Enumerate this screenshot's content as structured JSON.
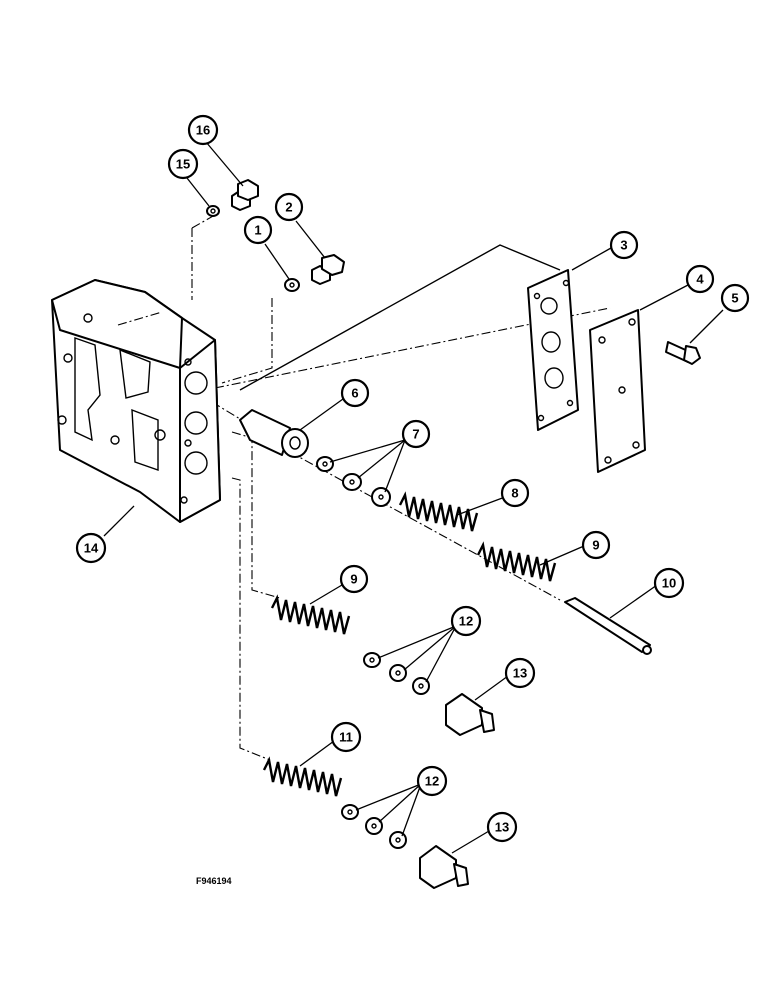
{
  "figure_code": "F946194",
  "callouts": [
    {
      "id": "c1",
      "label": "1"
    },
    {
      "id": "c2",
      "label": "2"
    },
    {
      "id": "c3",
      "label": "3"
    },
    {
      "id": "c4",
      "label": "4"
    },
    {
      "id": "c5",
      "label": "5"
    },
    {
      "id": "c6",
      "label": "6"
    },
    {
      "id": "c7",
      "label": "7"
    },
    {
      "id": "c8",
      "label": "8"
    },
    {
      "id": "c9a",
      "label": "9"
    },
    {
      "id": "c9b",
      "label": "9"
    },
    {
      "id": "c10",
      "label": "10"
    },
    {
      "id": "c11",
      "label": "11"
    },
    {
      "id": "c12a",
      "label": "12"
    },
    {
      "id": "c12b",
      "label": "12"
    },
    {
      "id": "c13a",
      "label": "13"
    },
    {
      "id": "c13b",
      "label": "13"
    },
    {
      "id": "c14",
      "label": "14"
    },
    {
      "id": "c15",
      "label": "15"
    },
    {
      "id": "c16",
      "label": "16"
    }
  ]
}
